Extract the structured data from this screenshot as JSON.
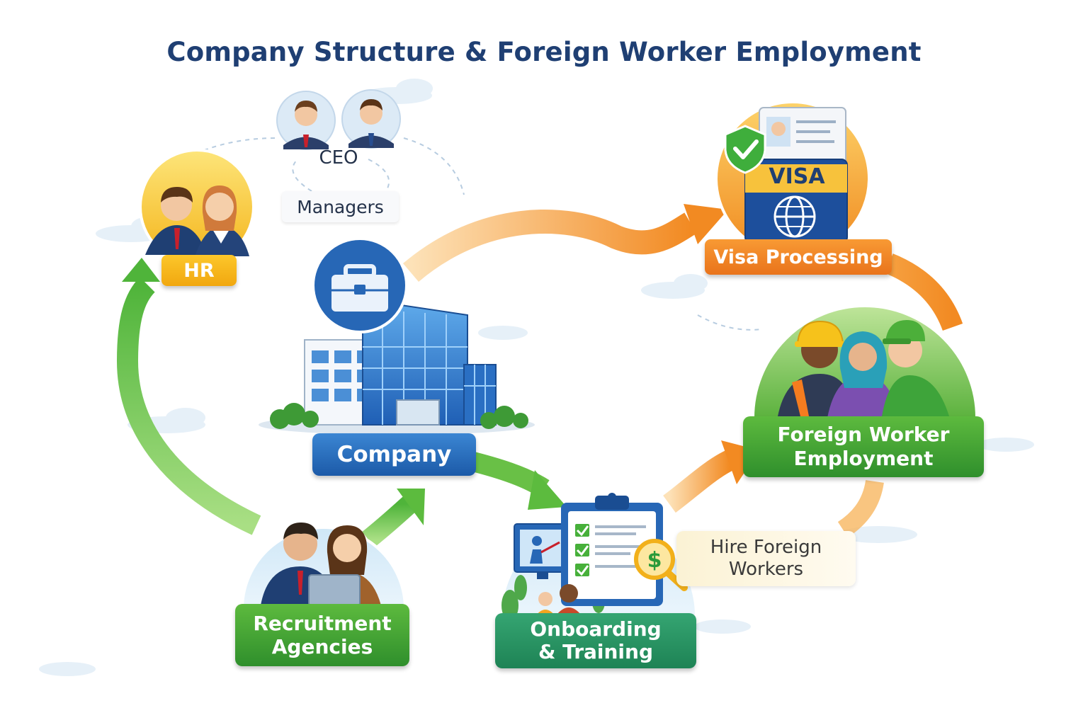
{
  "title": "Company Structure & Foreign Worker Employment",
  "nodes": {
    "ceo": "CEO",
    "managers": "Managers",
    "hr": "HR",
    "company": "Company",
    "visa_badge": "VISA",
    "visa_processing": "Visa Processing",
    "foreign_worker_employment": [
      "Foreign Worker",
      "Employment"
    ],
    "recruitment_agencies": [
      "Recruitment",
      "Agencies"
    ],
    "onboarding_training": [
      "Onboarding",
      "& Training"
    ],
    "hire_foreign_workers": [
      "Hire Foreign",
      "Workers"
    ]
  },
  "colors": {
    "title": "#1f3f73",
    "green_arrow": "#6cc24a",
    "orange_arrow": "#f5922b",
    "company_blue": "#1c5aa8",
    "hr_yellow": "#f1a70f",
    "visa_orange": "#e9731b",
    "worker_green": "#2f8f2c",
    "onboard_teal": "#1e8355"
  },
  "icons": [
    "executive-avatar-icon",
    "briefcase-icon",
    "office-building-icon",
    "passport-icon",
    "shield-check-icon",
    "globe-icon",
    "clipboard-checklist-icon",
    "dollar-magnifier-icon",
    "presentation-screen-icon",
    "hard-hat-worker-icon"
  ]
}
